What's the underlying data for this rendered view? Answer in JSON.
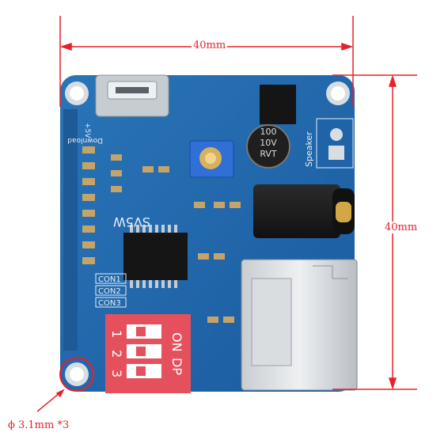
{
  "dimensions": {
    "width_label": "40mm",
    "height_label": "40mm",
    "hole_label": "ϕ 3.1mm *3"
  },
  "board": {
    "color": "#1f63a8",
    "silkscreen": {
      "chip_label": "SV5W",
      "download_label": "Download",
      "speaker_label": "Speaker",
      "power_label": "+5V",
      "con_labels": [
        "CON1",
        "CON2",
        "CON3"
      ],
      "capacitor_text": [
        "100",
        "10V",
        "RVT"
      ],
      "dip_on": "ON",
      "dip_dp": "DP",
      "dip_numbers": [
        "1",
        "2",
        "3"
      ]
    }
  },
  "colors": {
    "dimension_lines": "#e8202a",
    "pcb": "#1f63a8",
    "dip_switch": "#e8505a"
  }
}
